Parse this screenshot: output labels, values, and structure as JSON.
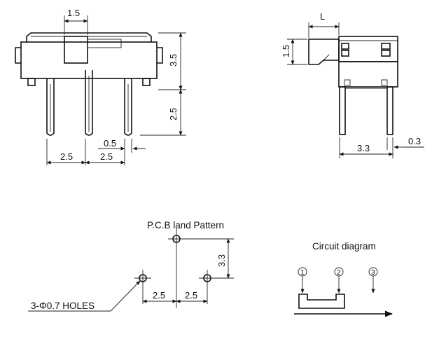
{
  "front_view": {
    "dim_top": "1.5",
    "dim_height_body": "3.5",
    "dim_pin_length": "2.5",
    "dim_pin_width": "0.5",
    "dim_pitch_left": "2.5",
    "dim_pitch_right": "2.5"
  },
  "side_view": {
    "dim_actuator": "L",
    "dim_actuator_height": "1.5",
    "dim_depth": "3.3",
    "dim_pin_thickness": "0.3"
  },
  "pcb": {
    "title": "P.C.B land Pattern",
    "dim_height": "3.3",
    "dim_pitch_left": "2.5",
    "dim_pitch_right": "2.5",
    "holes_label": "3-Φ0.7 HOLES"
  },
  "circuit": {
    "title": "Circuit diagram",
    "pin1": "1",
    "pin2": "2",
    "pin3": "3"
  }
}
